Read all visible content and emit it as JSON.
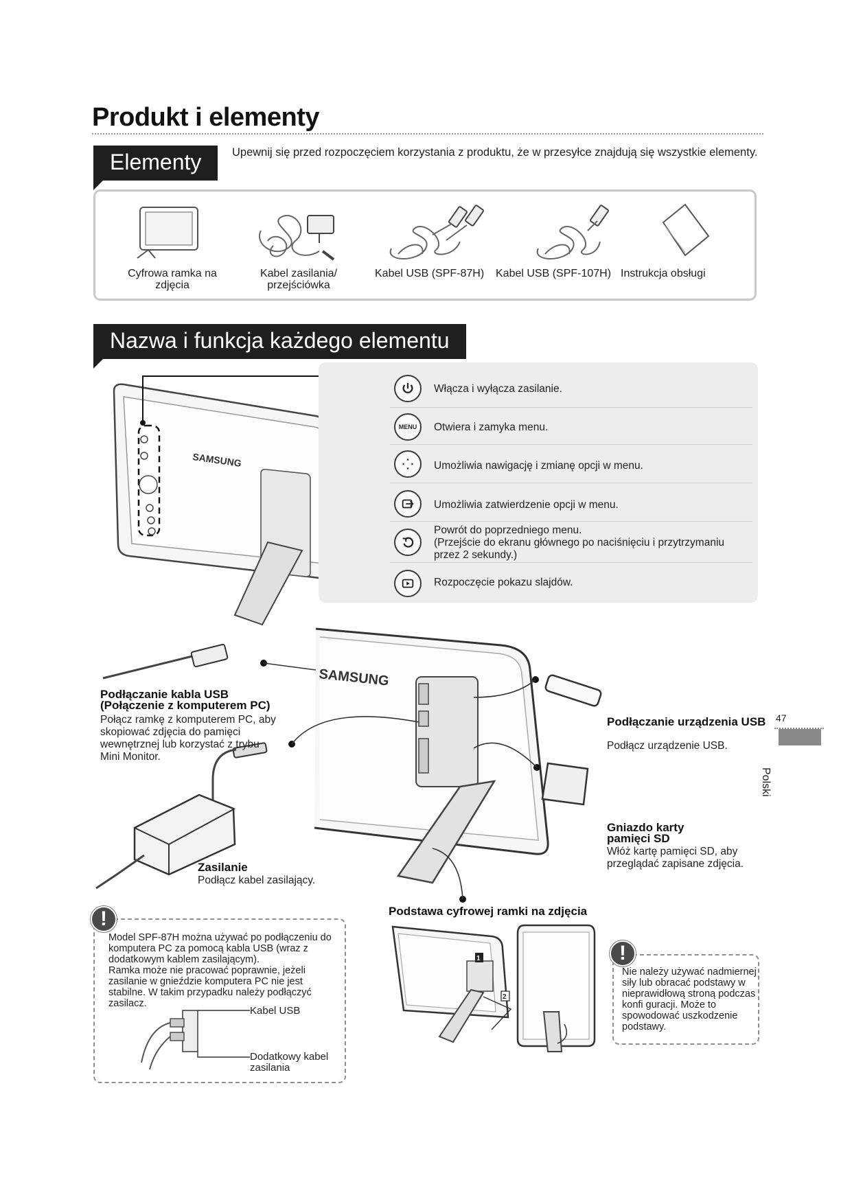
{
  "page": {
    "title": "Produkt i elementy",
    "page_number": "47",
    "language": "Polski"
  },
  "elements_section": {
    "tab": "Elementy",
    "intro": "Upewnij się przed rozpoczęciem korzystania z produktu, że w przesyłce znajdują się wszystkie elementy.",
    "items": [
      {
        "label": "Cyfrowa ramka na zdjęcia",
        "icon": "photo-frame-icon"
      },
      {
        "label": "Kabel zasilania/ przejściówka",
        "icon": "power-adapter-icon"
      },
      {
        "label": "Kabel USB (SPF-87H)",
        "icon": "usb-cable-icon"
      },
      {
        "label": "Kabel USB (SPF-107H)",
        "icon": "usb-cable-icon"
      },
      {
        "label": "Instrukcja obsługi",
        "icon": "manual-icon"
      }
    ]
  },
  "functions_section": {
    "tab": "Nazwa i funkcja każdego elementu",
    "frame_brand": "SAMSUNG",
    "functions": [
      {
        "icon": "power-icon",
        "text": "Włącza i wyłącza zasilanie."
      },
      {
        "icon": "menu-icon",
        "icon_text": "MENU",
        "text": "Otwiera i zamyka menu."
      },
      {
        "icon": "navigation-pad-icon",
        "text": "Umożliwia nawigację i zmianę opcji w menu."
      },
      {
        "icon": "enter-icon",
        "text": "Umożliwia zatwierdzenie opcji w menu."
      },
      {
        "icon": "back-icon",
        "text": "Powrót do poprzedniego menu.\n(Przejście do ekranu głównego po naciśnięciu i przytrzymaniu przez 2 sekundy.)"
      },
      {
        "icon": "slideshow-icon",
        "text": "Rozpoczęcie pokazu slajdów."
      }
    ]
  },
  "connections": {
    "usb_pc": {
      "title": "Podłączanie kabla USB\n(Połączenie z komputerem PC)",
      "text": "Połącz ramkę z komputerem PC, aby skopiować zdjęcia do pamięci wewnętrznej lub korzystać z trybu Mini Monitor."
    },
    "power": {
      "title": "Zasilanie",
      "text": "Podłącz kabel zasilający."
    },
    "usb_device": {
      "title": "Podłączanie urządzenia USB",
      "text": "Podłącz urządzenie USB."
    },
    "sd_slot": {
      "title": "Gniazdo karty pamięci SD",
      "text": "Włóż kartę pamięci SD, aby przeglądać zapisane zdjęcia."
    },
    "stand_title": "Podstawa cyfrowej ramki na zdjęcia",
    "stand_steps": [
      "1",
      "2"
    ]
  },
  "notes": {
    "left": {
      "text": "Model SPF-87H można używać po podłączeniu do komputera PC za pomocą kabla USB (wraz z dodatkowym kablem zasilającym).\nRamka może nie pracować poprawnie, jeżeli zasilanie w gnieździe komputera PC nie jest stabilne. W takim przypadku należy podłączyć zasilacz.",
      "callout_usb": "Kabel USB",
      "callout_power": "Dodatkowy kabel zasilania"
    },
    "right": {
      "text": "Nie należy używać nadmiernej siły lub obracać podstawy w nieprawidłową stroną podczas konfi guracji. Może to spowodować uszkodzenie podstawy."
    }
  }
}
